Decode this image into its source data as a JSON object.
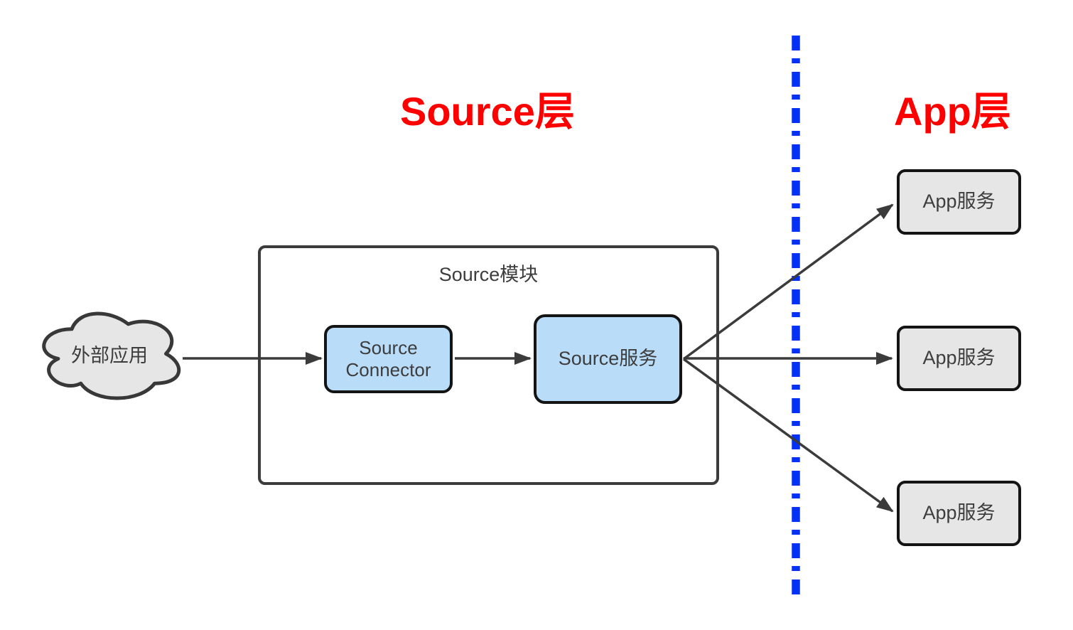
{
  "diagram": {
    "titles": {
      "source_layer": "Source层",
      "app_layer": "App层",
      "title_color": "#ff0000"
    },
    "divider": {
      "orientation": "vertical",
      "style": "dash-dot",
      "color": "#0331f5"
    },
    "nodes": {
      "external_app": {
        "label": "外部应用",
        "shape": "cloud",
        "fill": "#e6e6e6",
        "stroke": "#383838"
      },
      "source_module": {
        "label": "Source模块",
        "shape": "container",
        "fill": "#ffffff",
        "stroke": "#3b3b3b"
      },
      "source_connector": {
        "label": "Source Connector",
        "shape": "rounded-rect",
        "fill": "#b9dcf8",
        "stroke": "#141414"
      },
      "source_service": {
        "label": "Source服务",
        "shape": "rounded-rect",
        "fill": "#b9dcf8",
        "stroke": "#141414"
      },
      "app_services": [
        {
          "label": "App服务",
          "fill": "#e6e6e6"
        },
        {
          "label": "App服务",
          "fill": "#e6e6e6"
        },
        {
          "label": "App服务",
          "fill": "#e6e6e6"
        }
      ]
    },
    "edges": [
      {
        "from": "external_app",
        "to": "source_connector"
      },
      {
        "from": "source_connector",
        "to": "source_service"
      },
      {
        "from": "source_service",
        "to": "app_services.0"
      },
      {
        "from": "source_service",
        "to": "app_services.1"
      },
      {
        "from": "source_service",
        "to": "app_services.2"
      }
    ],
    "edge_color": "#3b3b3b"
  }
}
